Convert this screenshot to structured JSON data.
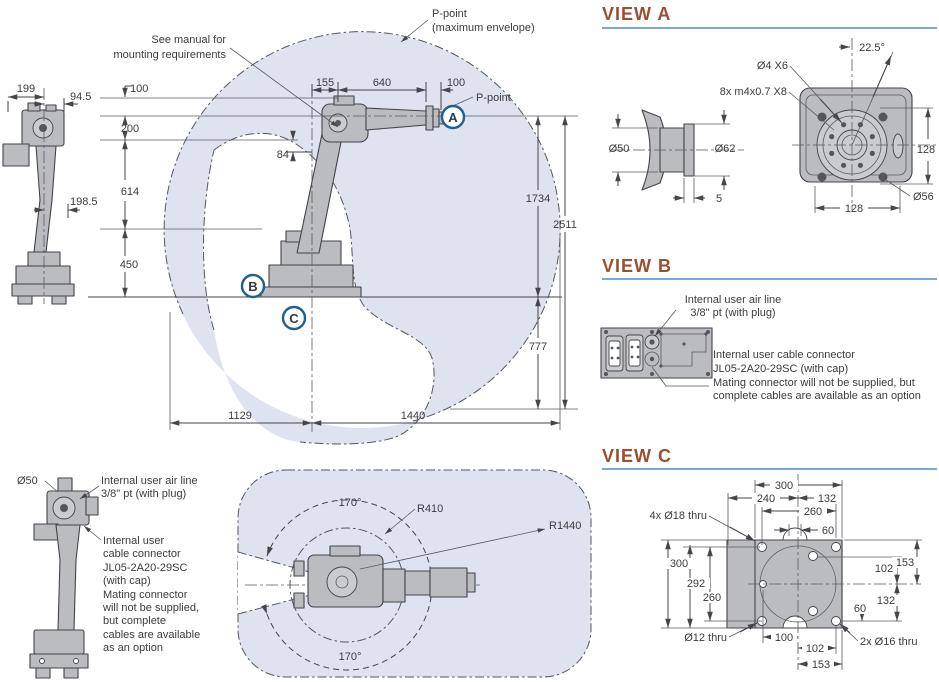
{
  "side_view": {
    "w199": "199",
    "w94_5": "94.5",
    "w198_5": "198.5"
  },
  "main": {
    "note1": "See manual for",
    "note2": "mounting requirements",
    "pmax1": "P-point",
    "pmax2": "(maximum envelope)",
    "ppoint": "P-point",
    "d100l": "100",
    "d155": "155",
    "d640": "640",
    "d100r": "100",
    "d200": "200",
    "d614": "614",
    "d450": "450",
    "d84": "84",
    "d1734": "1734",
    "d2511": "2511",
    "d777": "777",
    "d1129": "1129",
    "d1440": "1440",
    "mA": "A",
    "mB": "B",
    "mC": "C"
  },
  "view_a": {
    "title": "VIEW A",
    "ang": "22.5°",
    "h1": "Ø4 X6",
    "h2": "8x m4x0.7 X8",
    "dia50": "Ø50",
    "dia62": "Ø62",
    "t5": "5",
    "d128r": "128",
    "d128b": "128",
    "dia56": "Ø56"
  },
  "view_b": {
    "title": "VIEW B",
    "air1": "Internal user air line",
    "air2": "3/8\" pt (with plug)",
    "cab1": "Internal user cable connector",
    "cab2": "JL05-2A20-29SC (with cap)",
    "note1": "Mating connector will not be supplied, but",
    "note2": "complete cables are available as an option"
  },
  "view_c": {
    "title": "VIEW C",
    "d300t": "300",
    "d240": "240",
    "d132t": "132",
    "d260t": "260",
    "d60t": "60",
    "d300l": "300",
    "d292": "292",
    "d260l": "260",
    "d153r": "153",
    "d102r": "102",
    "d132r": "132",
    "d60r": "60",
    "d100b": "100",
    "d102b": "102",
    "d153b": "153",
    "h18": "4x Ø18 thru",
    "h12": "Ø12 thru",
    "h16": "2x Ø16 thru"
  },
  "rear": {
    "dia50": "Ø50",
    "air1": "Internal user air line",
    "air2": "3/8\" pt (with plug)",
    "lines": [
      "Internal user",
      "cable connector",
      "JL05-2A20-29SC",
      "(with cap)",
      "Mating connector",
      "will not be supplied,",
      "but complete",
      "cables are available",
      "as an option"
    ]
  },
  "top": {
    "a170t": "170°",
    "r410": "R410",
    "r1440": "R1440",
    "a170b": "170°"
  },
  "colors": {
    "envelope": "#dfe2ef",
    "title": "#9a4f2f",
    "underline": "#7ba7d0",
    "marker_ring": "#1d6091"
  }
}
